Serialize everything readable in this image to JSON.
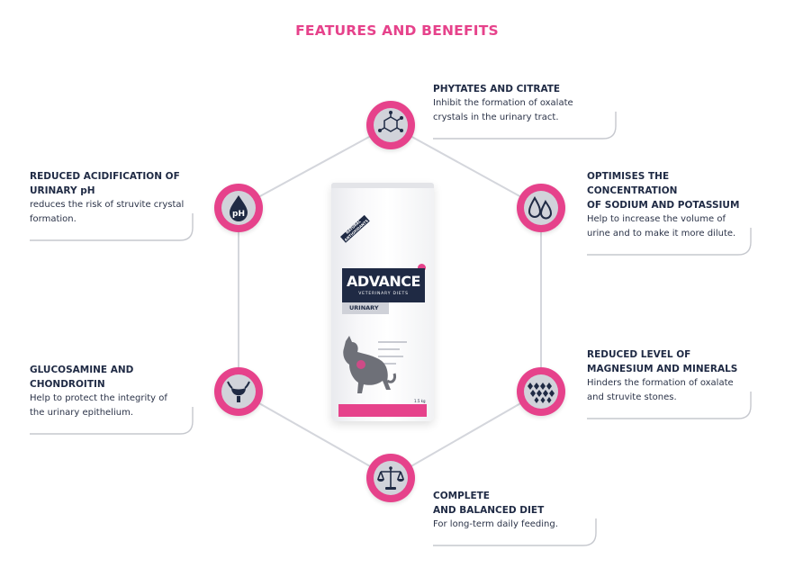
{
  "title": "FEATURES AND BENEFITS",
  "colors": {
    "accent": "#e6428b",
    "navy": "#1f2a44",
    "icon_bg": "#d1d3da",
    "lines": "#d4d6dc"
  },
  "features": [
    {
      "icon": "molecule-icon",
      "title": "PHYTATES AND CITRATE",
      "desc": "Inhibit the formation of oxalate\ncrystals in the urinary tract."
    },
    {
      "icon": "water-drops-icon",
      "title": "OPTIMISES THE\nCONCENTRATION\nOF SODIUM AND POTASSIUM",
      "desc": "Help to increase the volume of\nurine and to make it more dilute."
    },
    {
      "icon": "mineral-pattern-icon",
      "title": "REDUCED LEVEL OF\nMAGNESIUM AND MINERALS",
      "desc": "Hinders the formation of oxalate\nand struvite stones."
    },
    {
      "icon": "balance-scale-icon",
      "title": "COMPLETE\nAND BALANCED DIET",
      "desc": "For long-term daily  feeding."
    },
    {
      "icon": "bladder-icon",
      "title": "GLUCOSAMINE AND\nCHONDROITIN",
      "desc": "Help to protect the integrity of\nthe urinary epithelium."
    },
    {
      "icon": "ph-drop-icon",
      "icon_text": "pH",
      "title": "REDUCED ACIDIFICATION OF\nURINARY pH",
      "desc": "reduces the risk of struvite crystal\nformation."
    }
  ],
  "product": {
    "brand": "ADVANCE",
    "line": "VETERINARY DIETS",
    "variant": "URINARY",
    "banner": "NATURAL ANTIOXIDANTS",
    "weight": "1.5 kg"
  }
}
